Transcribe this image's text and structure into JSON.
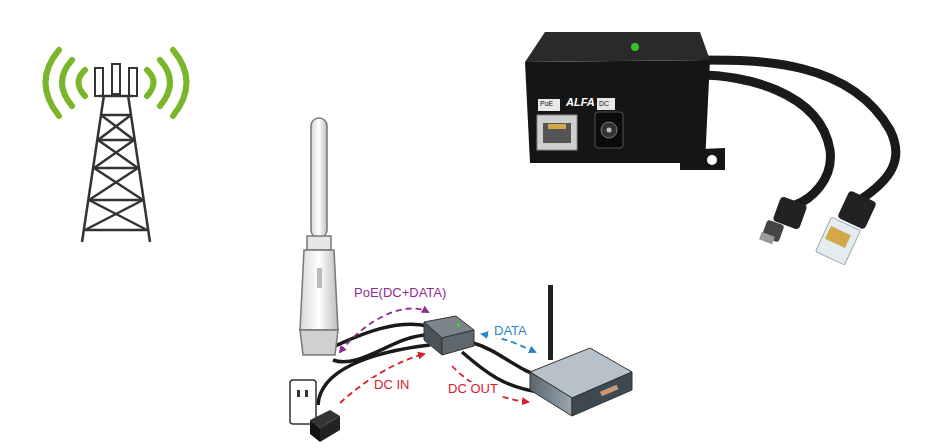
{
  "diagram": {
    "labels": [
      "PoE(DC+DATA)",
      "DATA",
      "DC IN",
      "DC OUT",
      "ALFA",
      "PoE",
      "DC"
    ]
  }
}
